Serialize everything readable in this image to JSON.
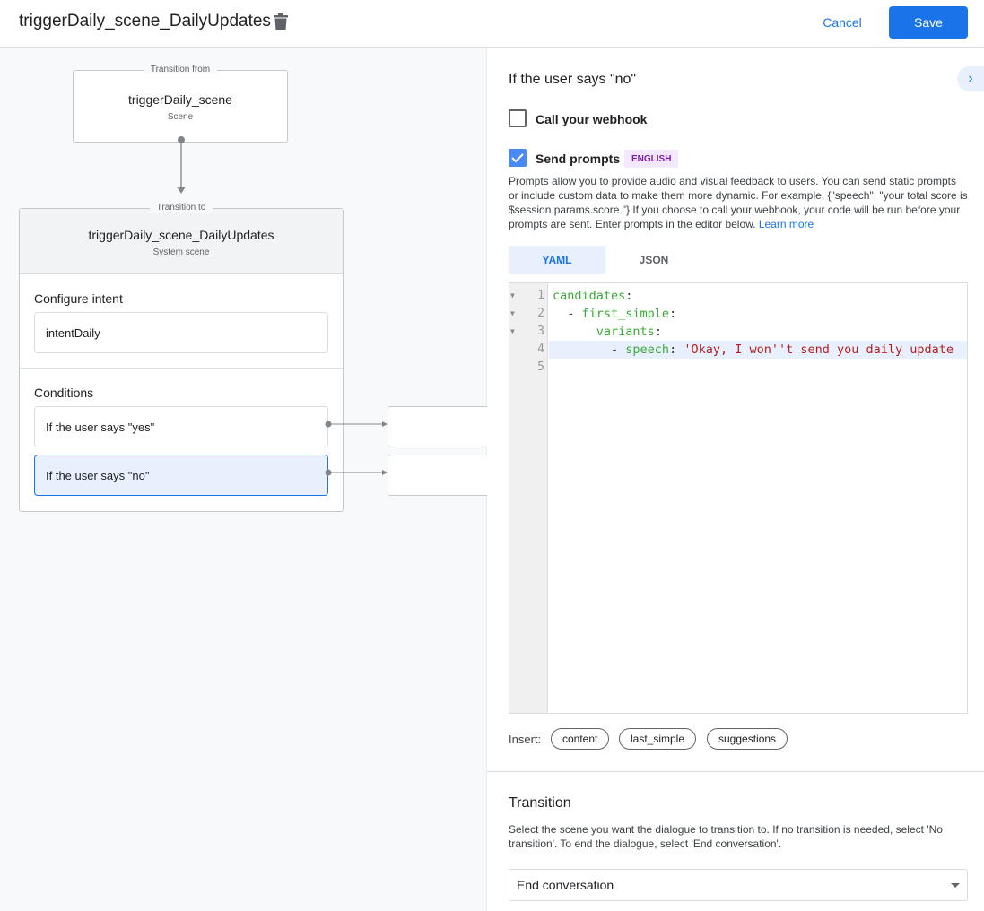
{
  "header": {
    "title": "triggerDaily_scene_DailyUpdates",
    "cancel": "Cancel",
    "save": "Save"
  },
  "canvas": {
    "from": {
      "legend": "Transition from",
      "name": "triggerDaily_scene",
      "type": "Scene"
    },
    "to": {
      "legend": "Transition to",
      "name": "triggerDaily_scene_DailyUpdates",
      "type": "System scene"
    },
    "intent_label": "Configure intent",
    "intent": "intentDaily",
    "conditions_label": "Conditions",
    "conditions": [
      "If the user says \"yes\"",
      "If the user says \"no\""
    ]
  },
  "panel": {
    "heading": "If the user says \"no\"",
    "webhook_label": "Call your webhook",
    "webhook_checked": false,
    "prompts_label": "Send prompts",
    "prompts_checked": true,
    "language_badge": "ENGLISH",
    "description": "Prompts allow you to provide audio and visual feedback to users. You can send static prompts or include custom data to make them more dynamic. For example, {\"speech\": \"your total score is $session.params.score.\"} If you choose to call your webhook, your code will be run before your prompts are sent. Enter prompts in the editor below.",
    "learn_more": "Learn more",
    "tabs": [
      "YAML",
      "JSON"
    ],
    "active_tab": "YAML",
    "code_lines": [
      "1",
      "2",
      "3",
      "4",
      "5"
    ],
    "code": {
      "l1k": "candidates",
      "l2k": "first_simple",
      "l3k": "variants",
      "l4k": "speech",
      "l4v": "'Okay, I won''t send you daily update"
    },
    "insert_label": "Insert:",
    "insert_chips": [
      "content",
      "last_simple",
      "suggestions"
    ],
    "transition_title": "Transition",
    "transition_desc": "Select the scene you want the dialogue to transition to. If no transition is needed, select 'No transition'. To end the dialogue, select 'End conversation'.",
    "transition_value": "End conversation"
  },
  "colors": {
    "accent": "#1a73e8",
    "selected_condition": "#e8f0fe",
    "badge_bg": "#f3e8fd",
    "badge_fg": "#7b1fa2"
  }
}
